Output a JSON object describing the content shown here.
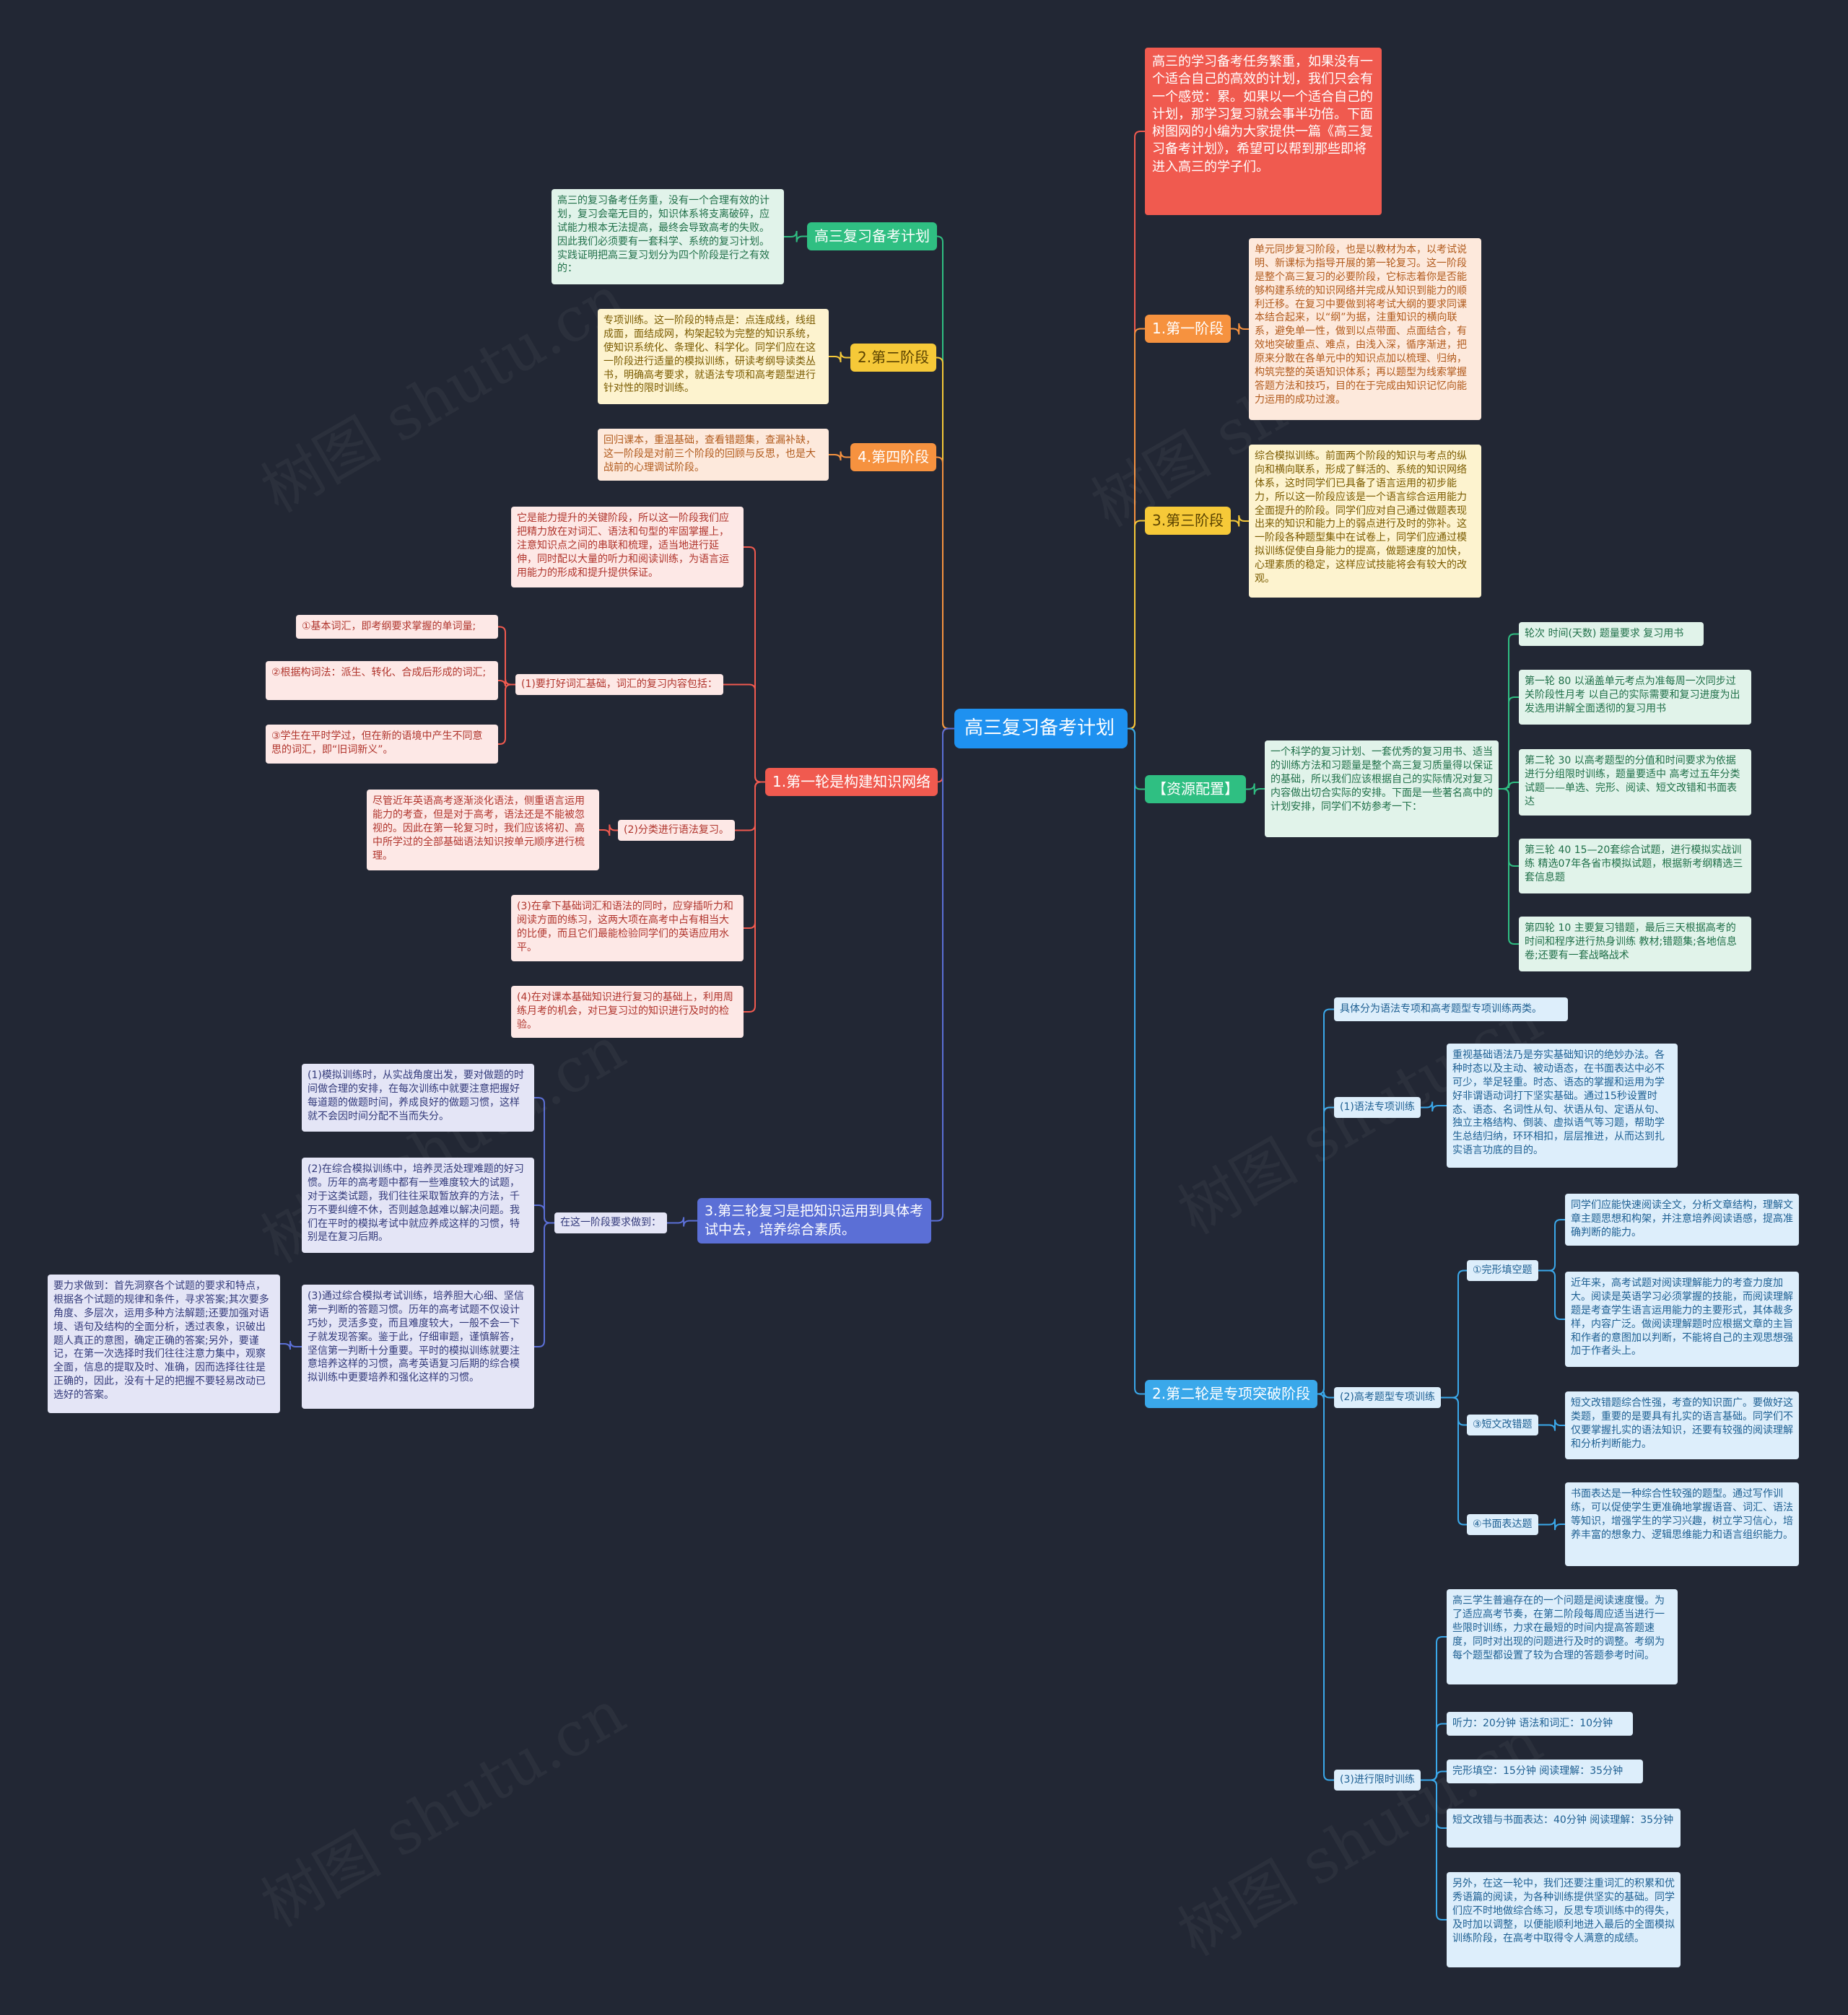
{
  "root": {
    "label": "高三复习备考计划"
  },
  "intro": "高三的学习备考任务繁重，如果没有一个适合自己的高效的计划，我们只会有一个感觉：累。如果以一个适合自己的计划，那学习复习就会事半功倍。下面树图网的小编为大家提供一篇《高三复习备考计划》，希望可以帮到那些即将进入高三的学子们。",
  "right": {
    "stage1": {
      "label": "1.第一阶段",
      "text": "单元同步复习阶段，也是以教材为本，以考试说明、新课标为指导开展的第一轮复习。这一阶段是整个高三复习的必要阶段，它标志着你是否能够构建系统的知识网络并完成从知识到能力的顺利迁移。在复习中要做到将考试大纲的要求同课本结合起来，以“纲”为据，注重知识的横向联系，避免单一性，做到以点带面、点面结合，有效地突破重点、难点，由浅入深，循序渐进，把原来分散在各单元中的知识点加以梳理、归纳，构筑完整的英语知识体系；再以题型为线索掌握答题方法和技巧，目的在于完成由知识记忆向能力运用的成功过渡。"
    },
    "stage3": {
      "label": "3.第三阶段",
      "text": "综合模拟训练。前面两个阶段的知识与考点的纵向和横向联系，形成了鲜活的、系统的知识网络体系，这时同学们已具备了语言运用的初步能力，所以这一阶段应该是一个语言综合运用能力全面提升的阶段。同学们应对自己通过做题表现出来的知识和能力上的弱点进行及时的弥补。这一阶段各种题型集中在试卷上，同学们应通过模拟训练促使自身能力的提高，做题速度的加快，心理素质的稳定，这样应试技能将会有较大的改观。"
    },
    "resource": {
      "label": "【资源配置】",
      "text": "一个科学的复习计划、一套优秀的复习用书、适当的训练方法和习题量是整个高三复习质量得以保证的基础，所以我们应该根据自己的实际情况对复习内容做出切合实际的安排。下面是一些著名高中的计划安排，同学们不妨参考一下：",
      "items": [
        "轮次 时间(天数) 题量要求 复习用书",
        "第一轮 80 以涵盖单元考点为准每周一次同步过关阶段性月考 以自己的实际需要和复习进度为出发选用讲解全面透彻的复习用书",
        "第二轮 30 以高考题型的分值和时间要求为依据进行分组限时训练，题量要适中 高考过五年分类试题——单选、完形、阅读、短文改错和书面表达",
        "第三轮 40 15—20套综合试题，进行模拟实战训练 精选07年各省市模拟试题，根据新考纲精选三套信息题",
        "第四轮 10 主要复习错题，最后三天根据高考的时间和程序进行热身训练 教材;错题集;各地信息卷;还要有一套战略战术"
      ]
    },
    "round2": {
      "label": "2.第二轮是专项突破阶段",
      "top": "具体分为语法专项和高考题型专项训练两类。",
      "grammar": {
        "label": "(1)语法专项训练",
        "text": "重视基础语法乃是夯实基础知识的绝妙办法。各种时态以及主动、被动语态，在书面表达中必不可少，举足轻重。时态、语态的掌握和运用为学好非谓语动词打下坚实基础。通过15秒设置时态、语态、名词性从句、状语从句、定语从句、独立主格结构、倒装、虚拟语气等习题，帮助学生总结归纳，环环相扣，层层推进，从而达到扎实语言功底的目的。"
      },
      "exam": {
        "label": "(2)高考题型专项训练",
        "items": [
          {
            "label": "①完形填空题",
            "texts": [
              "同学们应能快速阅读全文，分析文章结构，理解文章主题思想和构架，并注意培养阅读语感，提高准确判断的能力。",
              "近年来，高考试题对阅读理解能力的考查力度加大。阅读是英语学习必须掌握的技能，而阅读理解题是考查学生语言运用能力的主要形式，其体裁多样，内容广泛。做阅读理解题时应根据文章的主旨和作者的意图加以判断，不能将自己的主观思想强加于作者头上。"
            ]
          },
          {
            "label": "③短文改错题",
            "texts": [
              "短文改错题综合性强，考查的知识面广。要做好这类题，重要的是要具有扎实的语言基础。同学们不仅要掌握扎实的语法知识，还要有较强的阅读理解和分析判断能力。"
            ]
          },
          {
            "label": "④书面表达题",
            "texts": [
              "书面表达是一种综合性较强的题型。通过写作训练，可以促使学生更准确地掌握语音、词汇、语法等知识，增强学生的学习兴趣，树立学习信心，培养丰富的想象力、逻辑思维能力和语言组织能力。"
            ]
          }
        ]
      },
      "timed": {
        "label": "(3)进行限时训练",
        "items": [
          "高三学生普遍存在的一个问题是阅读速度慢。为了适应高考节奏，在第二阶段每周应适当进行一些限时训练，力求在最短的时间内提高答题速度，同时对出现的问题进行及时的调整。考纲为每个题型都设置了较为合理的答题参考时间。",
          "听力：20分钟 语法和词汇：10分钟",
          "完形填空：15分钟 阅读理解：35分钟",
          "短文改错与书面表达：40分钟 阅读理解：35分钟",
          "另外，在这一轮中，我们还要注重词汇的积累和优秀语篇的阅读，为各种训练提供坚实的基础。同学们应不时地做综合练习，反思专项训练中的得失，及时加以调整，以便能顺利地进入最后的全面模拟训练阶段，在高考中取得令人满意的成绩。"
        ]
      }
    }
  },
  "left": {
    "plan": {
      "label": "高三复习备考计划",
      "text": "高三的复习备考任务重，没有一个合理有效的计划，复习会毫无目的，知识体系将支离破碎，应试能力根本无法提高，最终会导致高考的失败。因此我们必须要有一套科学、系统的复习计划。实践证明把高三复习划分为四个阶段是行之有效的："
    },
    "stage2": {
      "label": "2.第二阶段",
      "text": "专项训练。这一阶段的特点是：点连成线，线组成面，面结成网，构架起较为完整的知识系统，使知识系统化、条理化、科学化。同学们应在这一阶段进行适量的模拟训练，研读考纲导读类丛书，明确高考要求，就语法专项和高考题型进行针对性的限时训练。"
    },
    "stage4": {
      "label": "4.第四阶段",
      "text": "回归课本，重温基础，查看错题集，查漏补缺，这一阶段是对前三个阶段的回顾与反思，也是大战前的心理调试阶段。"
    },
    "round1": {
      "label": "1.第一轮是构建知识网络",
      "intro": "它是能力提升的关键阶段，所以这一阶段我们应把精力放在对词汇、语法和句型的牢固掌握上，注意知识点之间的串联和梳理，适当地进行延伸，同时配以大量的听力和阅读训练，为语言运用能力的形成和提升提供保证。",
      "vocab": {
        "label": "(1)要打好词汇基础，词汇的复习内容包括：",
        "items": [
          "①基本词汇，即考纲要求掌握的单词量;",
          "②根据构词法：派生、转化、合成后形成的词汇;",
          "③学生在平时学过，但在新的语境中产生不同意思的词汇，即“旧词新义”。"
        ]
      },
      "grammar": {
        "label": "(2)分类进行语法复习。",
        "text": "尽管近年英语高考逐渐淡化语法，侧重语言运用能力的考查，但是对于高考，语法还是不能被忽视的。因此在第一轮复习时，我们应该将初、高中所学过的全部基础语法知识按单元顺序进行梳理。"
      },
      "item3": "(3)在拿下基础词汇和语法的同时，应穿插听力和阅读方面的练习，这两大项在高考中占有相当大的比便，而且它们最能检验同学们的英语应用水平。",
      "item4": "(4)在对课本基础知识进行复习的基础上，利用周练月考的机会，对已复习过的知识进行及时的检验。"
    },
    "round3": {
      "label": "3.第三轮复习是把知识运用到具体考试中去，培养综合素质。",
      "sub": "在这一阶段要求做到：",
      "items": [
        "(1)模拟训练时，从实战角度出发，要对做题的时间做合理的安排，在每次训练中就要注意把握好每道题的做题时间，养成良好的做题习惯，这样就不会因时间分配不当而失分。",
        "(2)在综合模拟训练中，培养灵活处理难题的好习惯。历年的高考题中都有一些难度较大的试题，对于这类试题，我们往往采取暂放弃的方法，千万不要纠缠不休，否则越急越难以解决问题。我们在平时的模拟考试中就应养成这样的习惯，特别是在复习后期。",
        "(3)通过综合模拟考试训练，培养胆大心细、坚信第一判断的答题习惯。历年的高考试题不仅设计巧妙，灵活多变，而且难度较大，一般不会一下子就发现答案。鉴于此，仔细审题，谨慎解答，坚信第一判断十分重要。平时的模拟训练就要注意培养这样的习惯，高考英语复习后期的综合模拟训练中更要培养和强化这样的习惯。"
      ],
      "extra": "要力求做到：首先洞察各个试题的要求和特点，根据各个试题的规律和条件，寻求答案;其次要多角度、多层次，运用多种方法解题;还要加强对语境、语句及结构的全面分析，透过表象，识破出题人真正的意图，确定正确的答案;另外，要谨记，在第一次选择时我们往往注意力集中，观察全面，信息的提取及时、准确，因而选择往往是正确的，因此，没有十足的把握不要轻易改动已选好的答案。"
    },
    "watermark": "树图 shutu.cn"
  },
  "colors": {
    "bg": "#222734",
    "root": "#1e91f0",
    "red": "#f05a4f",
    "orange": "#f6923f",
    "yellow": "#f6c938",
    "green": "#2fbf82",
    "blue": "#3aa8ea",
    "indigo": "#5b6fd6"
  }
}
